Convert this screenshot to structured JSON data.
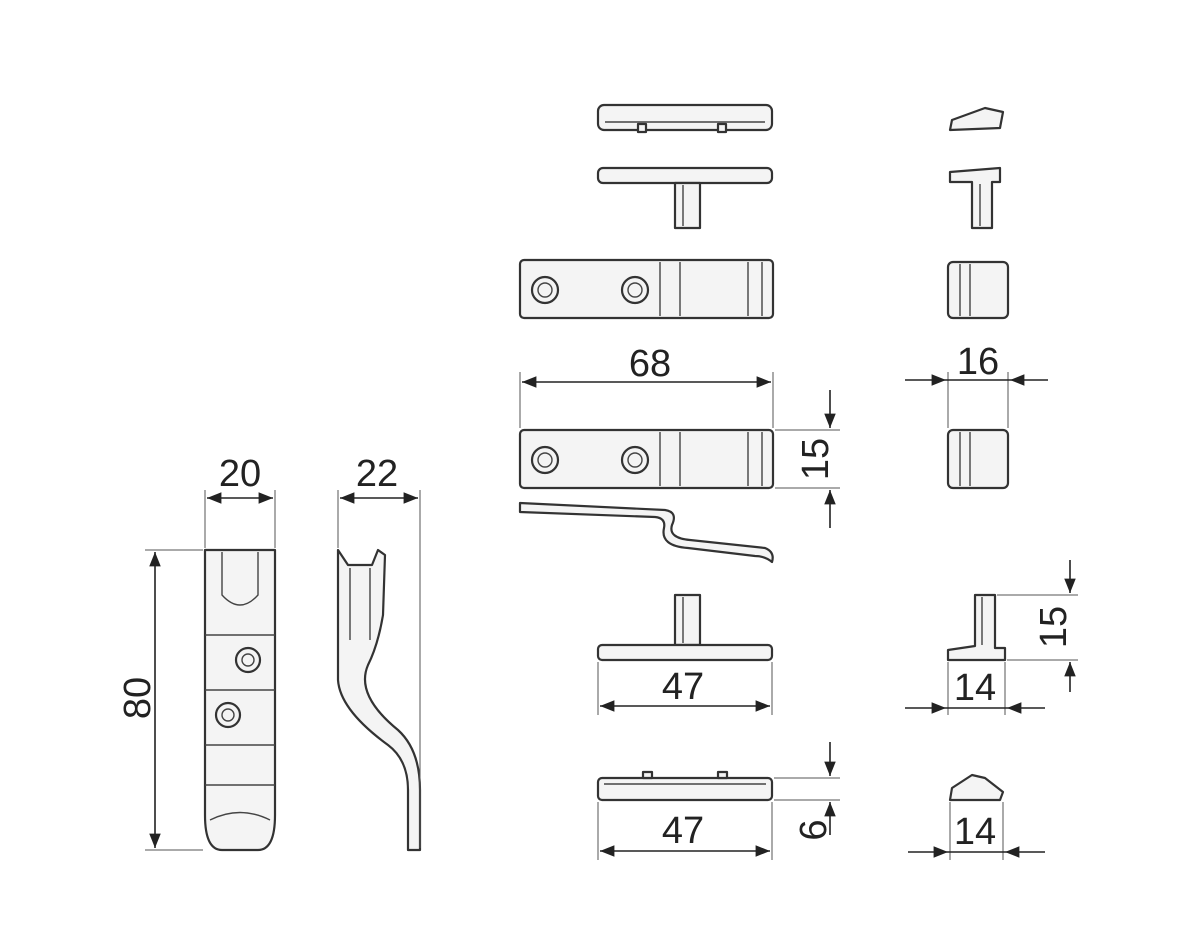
{
  "dimensions": {
    "hook_width": "20",
    "hook_profile_width": "22",
    "hook_height": "80",
    "plate_length": "68",
    "plate_height": "15",
    "plate_side_width": "16",
    "stem_plate_length": "47",
    "stem_height": "15",
    "stem_side_width": "14",
    "flat_plate_length": "47",
    "flat_plate_thickness": "6",
    "flat_side_width": "14"
  }
}
